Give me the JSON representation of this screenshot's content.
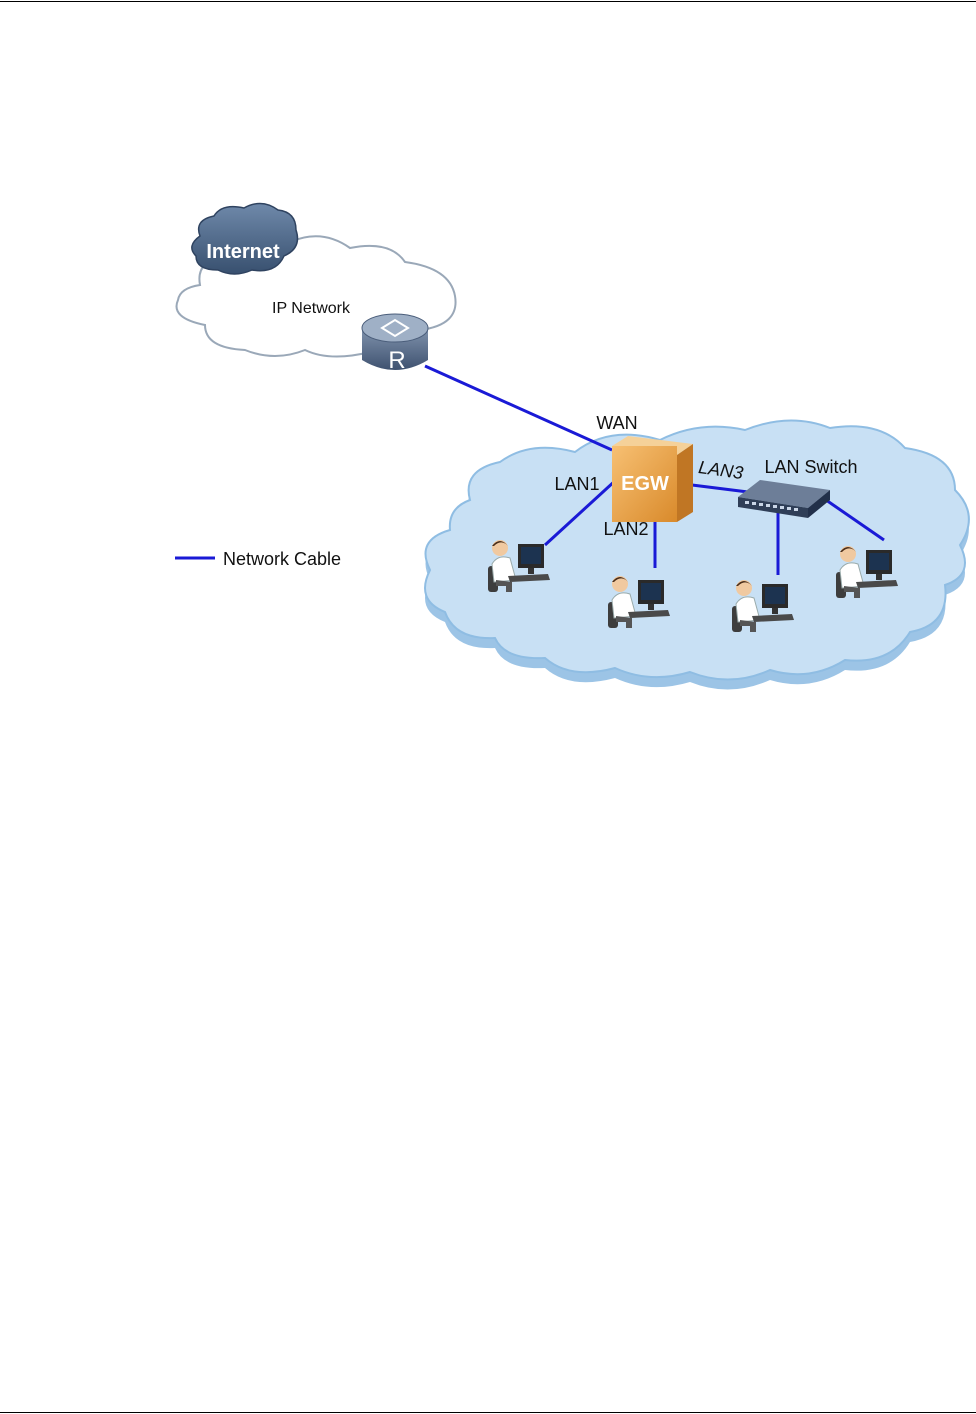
{
  "labels": {
    "internet": "Internet",
    "ip_network": "IP Network",
    "router": "R",
    "wan": "WAN",
    "egw": "EGW",
    "lan1": "LAN1",
    "lan2": "LAN2",
    "lan3": "LAN3",
    "lan_switch": "LAN Switch"
  },
  "legend": {
    "network_cable": "Network Cable"
  },
  "colors": {
    "cable": "#1a1ad6",
    "lan_cloud": "#b8d8f0",
    "lan_cloud_edge": "#7fb4e0",
    "internet_cloud": "#4d6a8c",
    "egw_box": "#e8a44a",
    "router": "#5b6f8a"
  }
}
